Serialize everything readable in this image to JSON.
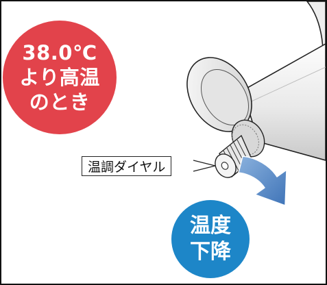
{
  "condition_badge": {
    "lines": [
      "38.0℃",
      "より高温",
      "のとき"
    ],
    "color": "#e2434b"
  },
  "dial_label": "温調ダイヤル",
  "result_badge": {
    "lines": [
      "温度",
      "下降"
    ],
    "color": "#1d86c8"
  },
  "arrow_color": "#5b8fc9"
}
